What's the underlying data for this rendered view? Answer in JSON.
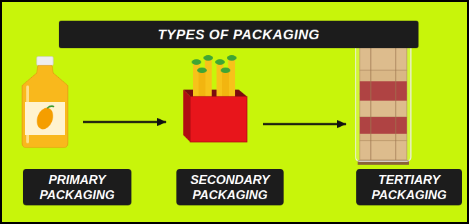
{
  "diagram": {
    "title": "TYPES OF PACKAGING",
    "nodes": [
      {
        "text": [
          "PRIMARY PACKAGING"
        ]
      },
      {
        "text": [
          "SECONDARY PACKAGING"
        ]
      },
      {
        "text": [
          "TERTIARY PACKAGING"
        ]
      }
    ],
    "edges": [
      {
        "from": 0,
        "to": 1,
        "arrow": "to"
      },
      {
        "from": 1,
        "to": 2,
        "arrow": "to"
      }
    ]
  }
}
